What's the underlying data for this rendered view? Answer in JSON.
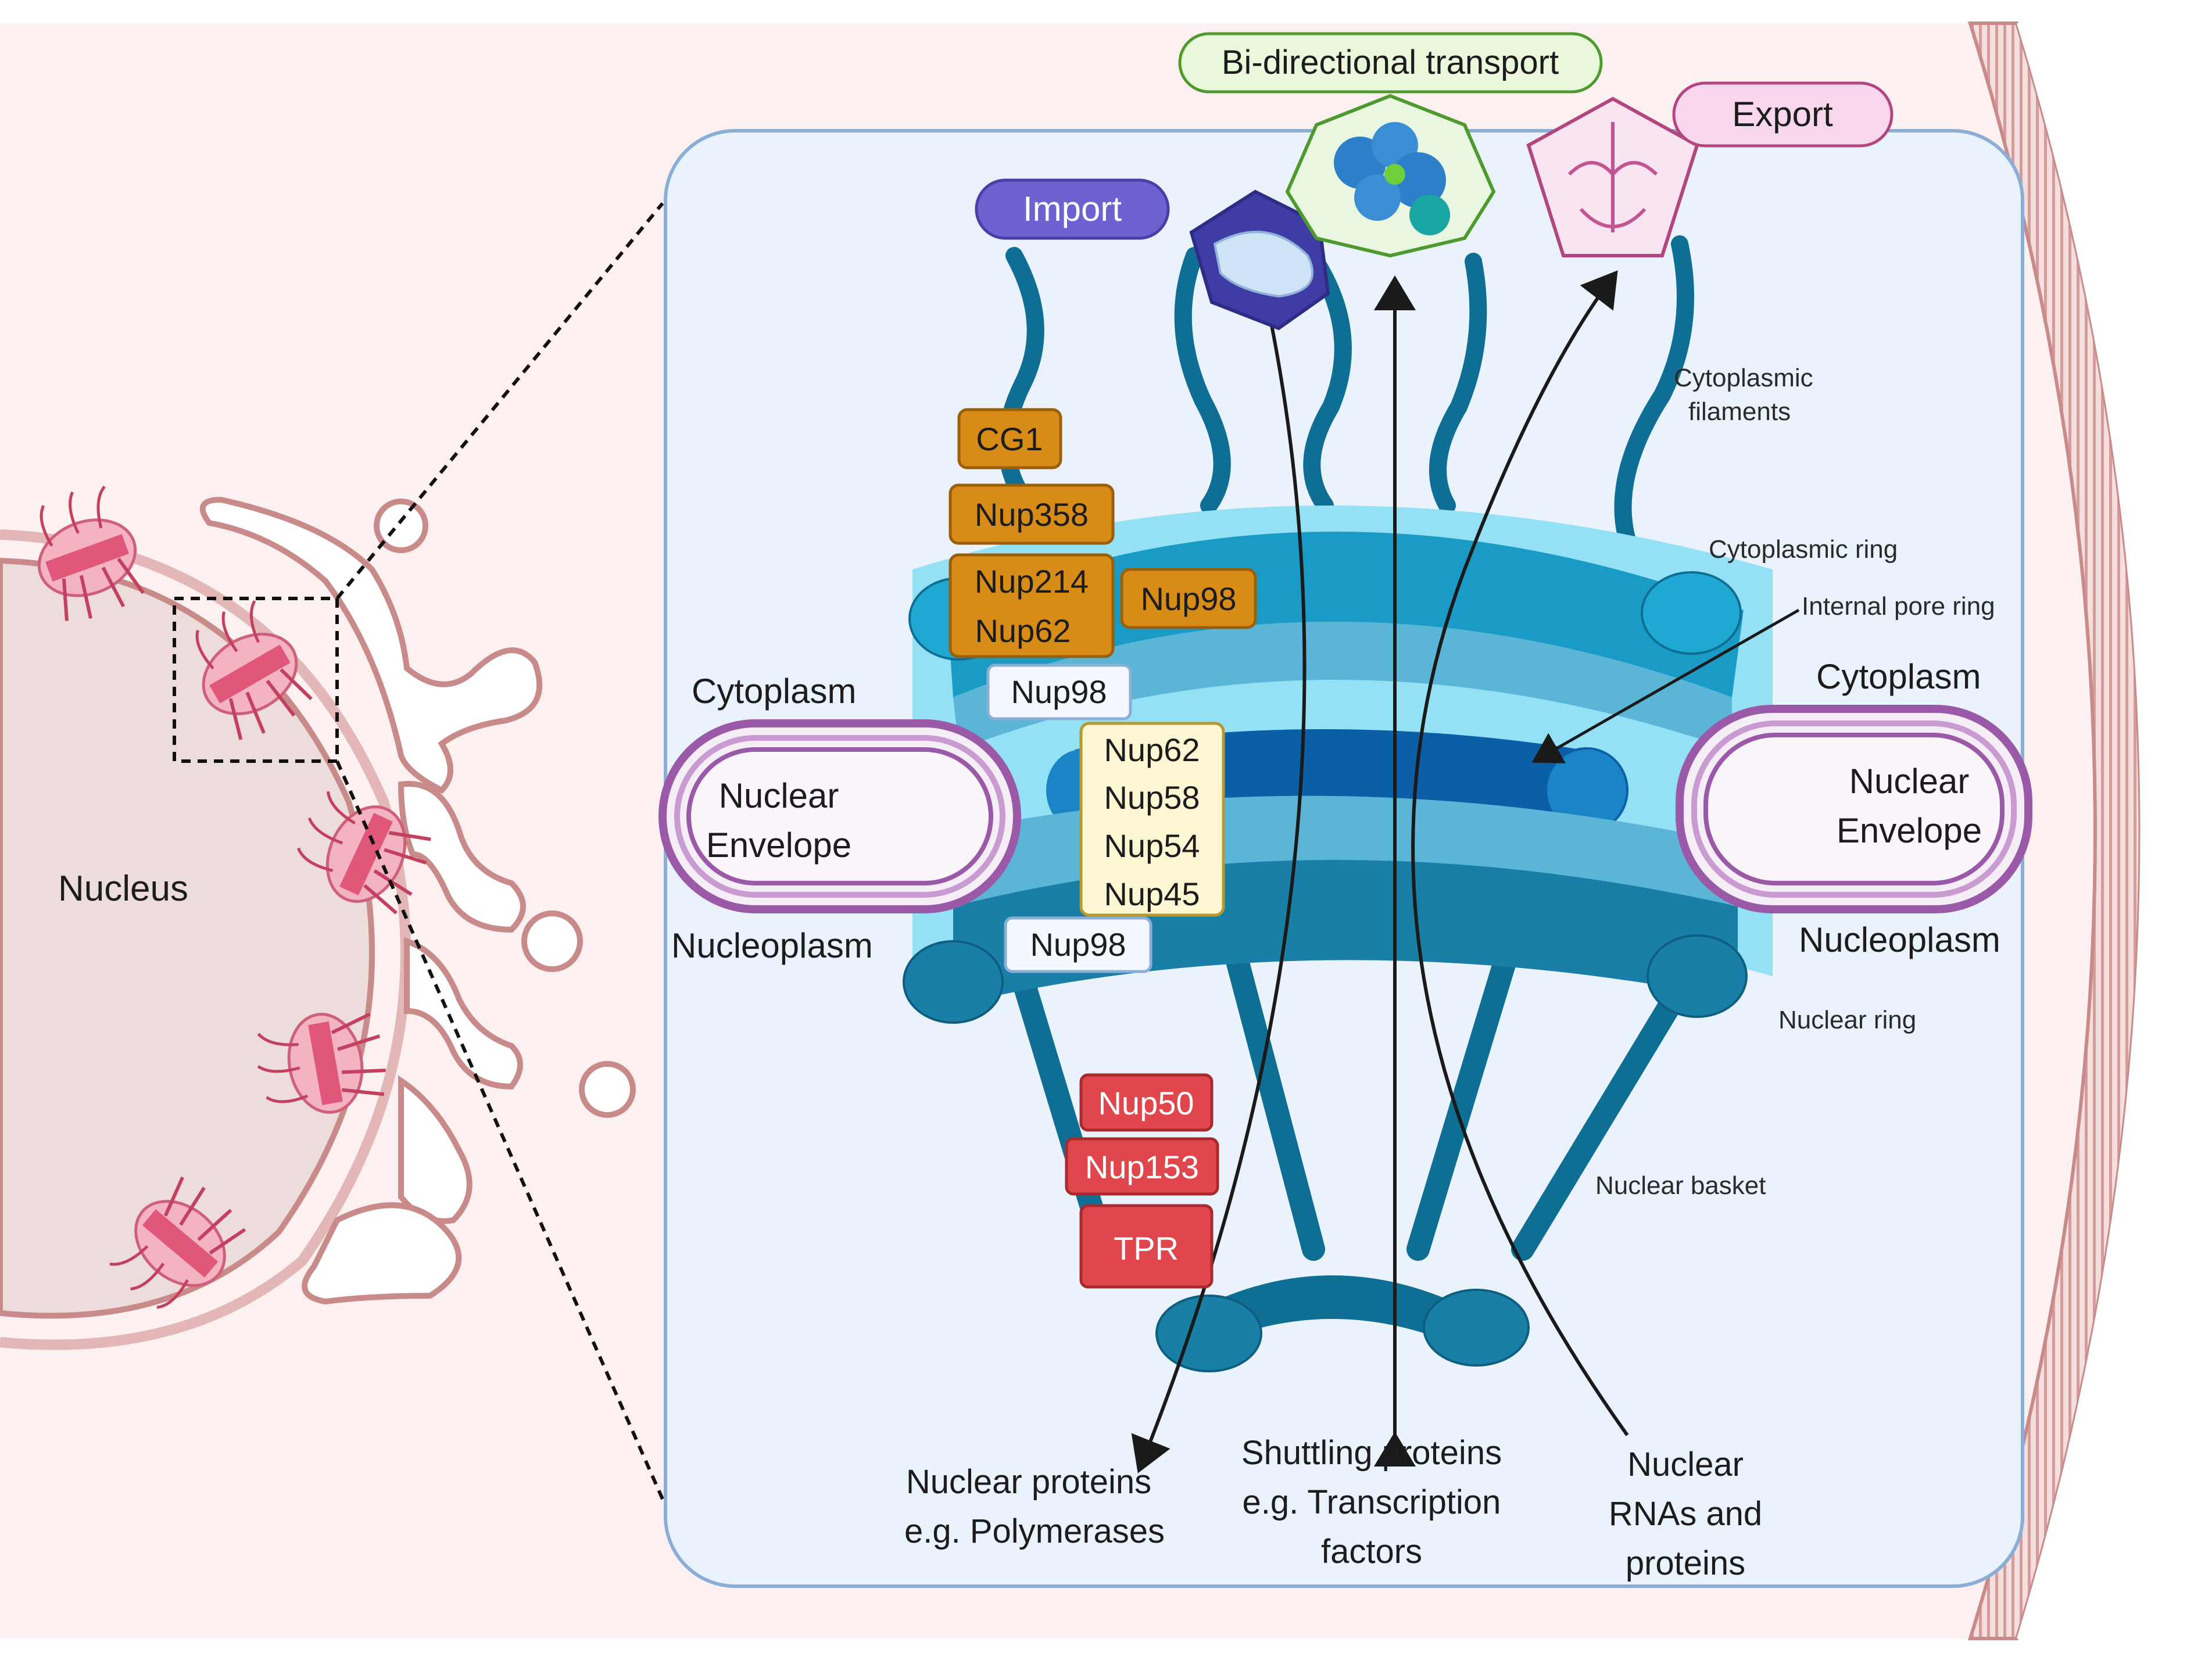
{
  "labels": {
    "nucleus": "Nucleus",
    "bidirectional": "Bi-directional transport",
    "import": "Import",
    "export": "Export",
    "cytoplasmic_filaments_1": "Cytoplasmic",
    "cytoplasmic_filaments_2": "filaments",
    "cytoplasmic_ring": "Cytoplasmic ring",
    "internal_pore_ring": "Internal pore ring",
    "cytoplasm_left": "Cytoplasm",
    "cytoplasm_right": "Cytoplasm",
    "ne_left_1": "Nuclear",
    "ne_left_2": "Envelope",
    "ne_right_1": "Nuclear",
    "ne_right_2": "Envelope",
    "nucleoplasm_left": "Nucleoplasm",
    "nucleoplasm_right": "Nucleoplasm",
    "nuclear_ring": "Nuclear ring",
    "nuclear_basket": "Nuclear basket",
    "bottom_left_1": "Nuclear proteins",
    "bottom_left_2": "e.g. Polymerases",
    "bottom_mid_1": "Shuttling proteins",
    "bottom_mid_2": "e.g. Transcription",
    "bottom_mid_3": "factors",
    "bottom_right_1": "Nuclear",
    "bottom_right_2": "RNAs and",
    "bottom_right_3": "proteins"
  },
  "nups": {
    "cg1": "CG1",
    "nup358": "Nup358",
    "nup214": "Nup214",
    "nup62_top": "Nup62",
    "nup98_side": "Nup98",
    "nup98_upper": "Nup98",
    "nup62_center": "Nup62",
    "nup58": "Nup58",
    "nup54": "Nup54",
    "nup45": "Nup45",
    "nup98_lower": "Nup98",
    "nup50": "Nup50",
    "nup153": "Nup153",
    "tpr": "TPR"
  },
  "colors": {
    "cytoplasm_bg": "#fdf0f0",
    "nucleus_fill": "#efdede",
    "panel_fill": "#eaf2fb",
    "panel_border": "#8aaed6",
    "pore_dark": "#0e6e93",
    "pore_mid": "#1a9bc6",
    "pore_light": "#94e0f4",
    "orange_box": "#d88c18",
    "cream_box": "#fdf6d2",
    "red_box": "#e0474c",
    "import_pill": "#6d62cf",
    "export_pill": "#f8d6ec",
    "bidirectional_pill": "#e9f7da"
  }
}
